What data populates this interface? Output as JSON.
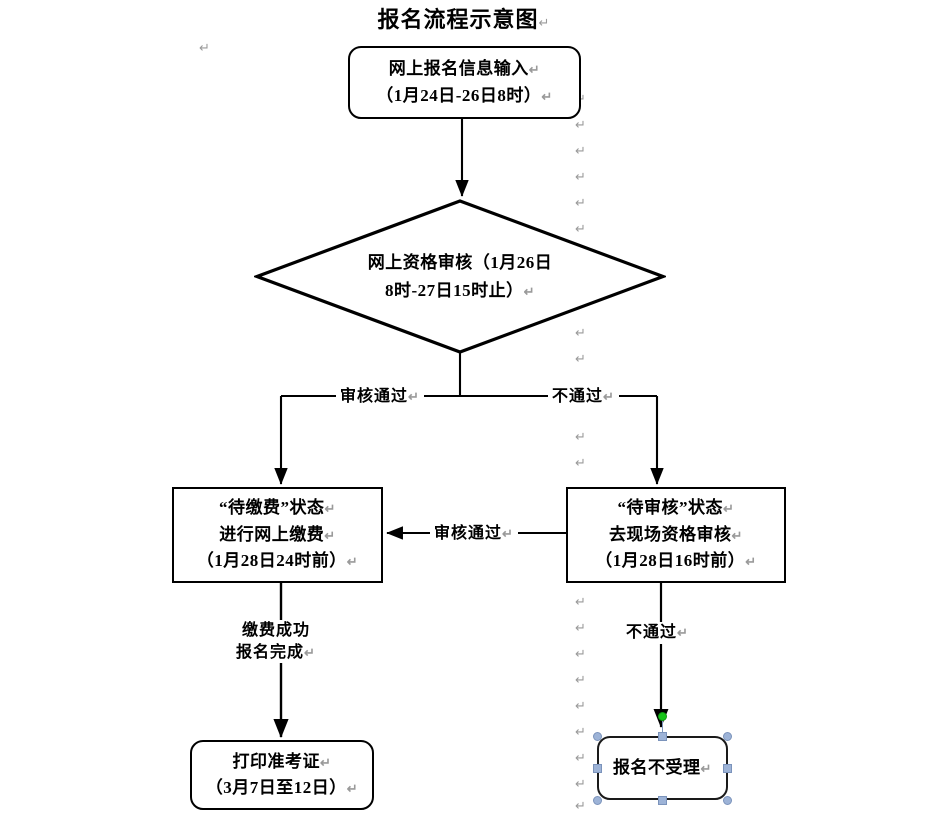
{
  "document": {
    "title": "报名流程示意图",
    "pilcrow_glyph": "↵"
  },
  "nodes": {
    "start": {
      "name": "网上报名信息输入",
      "lines": [
        "网上报名信息输入",
        "（1月24日-26日8时）"
      ],
      "shape": "rounded-rectangle"
    },
    "review": {
      "name": "网上资格审核",
      "lines": [
        "网上资格审核（1月26日",
        "8时-27日15时止）"
      ],
      "shape": "diamond"
    },
    "pending_pay": {
      "name": "待缴费状态",
      "lines": [
        "“待缴费”状态",
        "进行网上缴费",
        "（1月28日24时前）"
      ],
      "shape": "rectangle"
    },
    "pending_review": {
      "name": "待审核状态",
      "lines": [
        "“待审核”状态",
        "去现场资格审核",
        "（1月28日16时前）"
      ],
      "shape": "rectangle"
    },
    "print_ticket": {
      "name": "打印准考证",
      "lines": [
        "打印准考证",
        "（3月7日至12日）"
      ],
      "shape": "rounded-rectangle"
    },
    "rejected": {
      "name": "报名不受理",
      "lines": [
        "报名不受理"
      ],
      "shape": "rounded-rectangle",
      "selected": true
    }
  },
  "edges": {
    "pass_left": "审核通过",
    "fail_right": "不通过",
    "onsite_pass": "审核通过",
    "pay_success": [
      "缴费成功",
      "报名完成"
    ],
    "onsite_fail": "不通过"
  },
  "colors": {
    "stroke": "#000000",
    "shape_fill": "#ffffff",
    "pilcrow": "#9a9a9a",
    "selection_handle": "#9db3d7",
    "rotation_handle": "#17c419",
    "page_background": "#ffffff"
  },
  "selection": {
    "target": "报名不受理",
    "handle_count": 8,
    "rotation_handle": true
  }
}
